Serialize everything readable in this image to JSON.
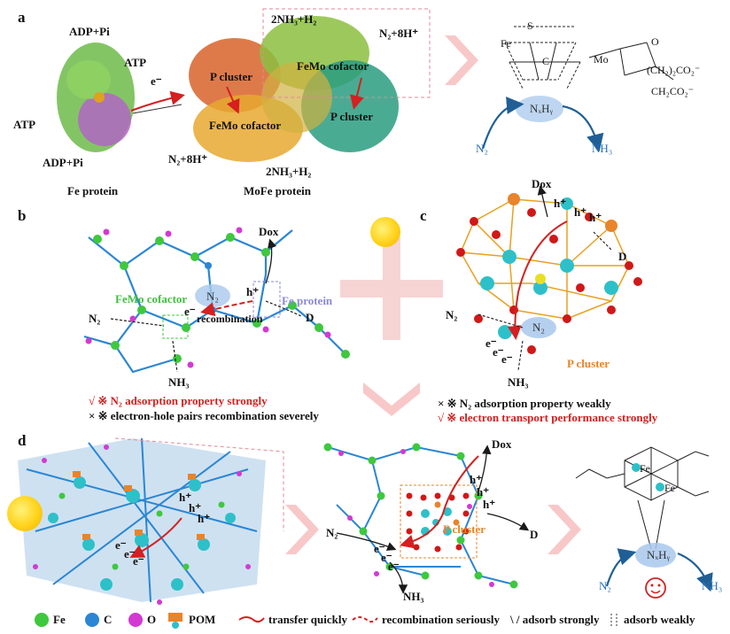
{
  "panels": {
    "a": "a",
    "b": "b",
    "c": "c",
    "d": "d"
  },
  "panel_a": {
    "adp_pi_top": "ADP+Pi",
    "atp_top": "ATP",
    "atp_left": "ATP",
    "adp_pi_bottom": "ADP+Pi",
    "electron": "e⁻",
    "p_cluster_left": "P cluster",
    "femo_cofactor_top": "FeMo cofactor",
    "femo_cofactor_bottom": "FeMo cofactor",
    "p_cluster_right": "P cluster",
    "nh3_h2_top": "2NH₃+H₂",
    "n2_8h_top": "N₂+8H⁺",
    "n2_8h_bottom": "N₂+8H⁺",
    "nh3_h2_bottom": "2NH₃+H₂",
    "fe_protein": "Fe protein",
    "mofe_protein": "MoFe protein",
    "nxhy": "NₓHᵧ",
    "n2": "N₂",
    "nh3": "NH₃",
    "struct_s": "S",
    "struct_fe": "Fe",
    "struct_c": "C",
    "struct_mo": "Mo",
    "struct_o": "O",
    "struct_ch2_1": "(CH₂)₂CO₂⁻",
    "struct_ch2_2": "CH₂CO₂⁻"
  },
  "panel_b": {
    "dox": "Dox",
    "h_plus": "h⁺",
    "femo_cofactor": "FeMo cofactor",
    "fe_protein": "Fe protein",
    "n2_center": "N₂",
    "e_minus": "e⁻",
    "recombination": "recombination",
    "n2": "N₂",
    "d": "D",
    "nh3": "NH₃",
    "caption1_mark": "√ ※ N₂ adsorption  property strongly",
    "caption2_mark": "× ※  electron-hole pairs recombination severely"
  },
  "panel_c": {
    "dox": "Dox",
    "h1": "h⁺",
    "h2": "h⁺",
    "h3": "h⁺",
    "d": "D",
    "n2": "N₂",
    "n2_center": "N₂",
    "e1": "e⁻",
    "e2": "e⁻",
    "e3": "e⁻",
    "nh3": "NH₃",
    "p_cluster": "P cluster",
    "caption1": "× ※ N₂ adsorption property weakly",
    "caption2": "√ ※ electron transport performance strongly"
  },
  "panel_d": {
    "h1": "h⁺",
    "h2": "h⁺",
    "h3": "h⁺",
    "e1": "e⁻",
    "e2": "e⁻",
    "e3": "e⁻",
    "dox": "Dox",
    "hm1": "h⁺",
    "hm2": "h⁺",
    "hm3": "h⁺",
    "n2": "N₂",
    "em1": "e⁻",
    "em2": "e⁻",
    "em3": "e⁻",
    "pcluster": "P cluster",
    "d": "D",
    "nh3": "NH₃",
    "nxhy": "NₓHᵧ",
    "n2_right": "N₂",
    "nh3_right": "NH₃",
    "fe_r1": "Fe",
    "fe_r2": "Fe",
    "smiley": "☺"
  },
  "legend": {
    "fe": "Fe",
    "c": "C",
    "o": "O",
    "pom": "POM",
    "transfer": "transfer quickly",
    "recombination": "recombination seriously",
    "adsorb_strong": "\\ /  adsorb strongly",
    "adsorb_weak": "adsorb weakly"
  },
  "colors": {
    "fe": "#3ec83e",
    "c": "#2b86d4",
    "o": "#d23ad2",
    "red": "#d42020",
    "teal": "#2ec0c8",
    "orange_atom": "#e8842a",
    "chevron": "#f8c8c8",
    "dark_arrow": "#1f5f96"
  }
}
